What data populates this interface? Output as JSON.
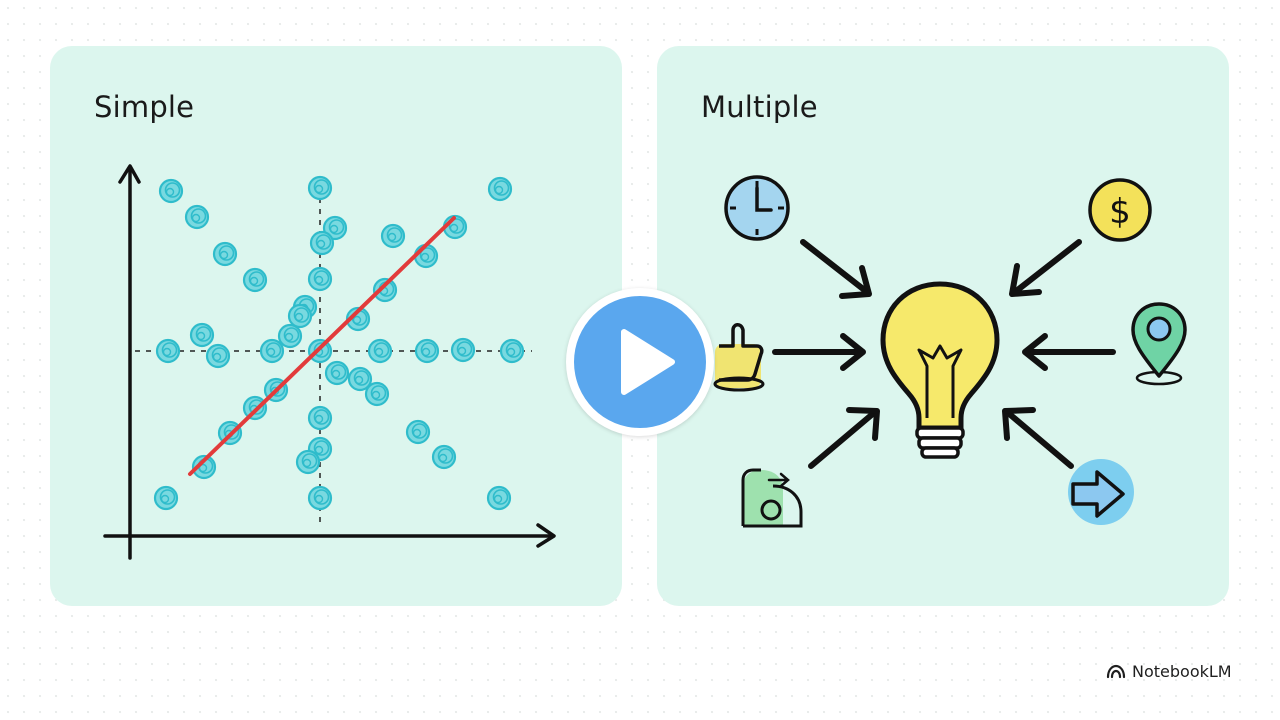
{
  "panels": {
    "left": {
      "title": "Simple"
    },
    "right": {
      "title": "Multiple"
    }
  },
  "player": {
    "control": "play"
  },
  "brand": {
    "name": "NotebookLM",
    "icon": "notebooklm-logo-icon"
  },
  "icons": {
    "center": "lightbulb-icon",
    "inputs": [
      "clock-icon",
      "dollar-coin-icon",
      "thumbs-up-icon",
      "location-pin-icon",
      "user-card-icon",
      "arrow-right-icon"
    ]
  },
  "colors": {
    "panel_bg": "#dcf6ee",
    "dot": "#3fc6d4",
    "trend_line": "#e23b3b",
    "play": "#5aa7ee",
    "bulb": "#f6e96b"
  }
}
